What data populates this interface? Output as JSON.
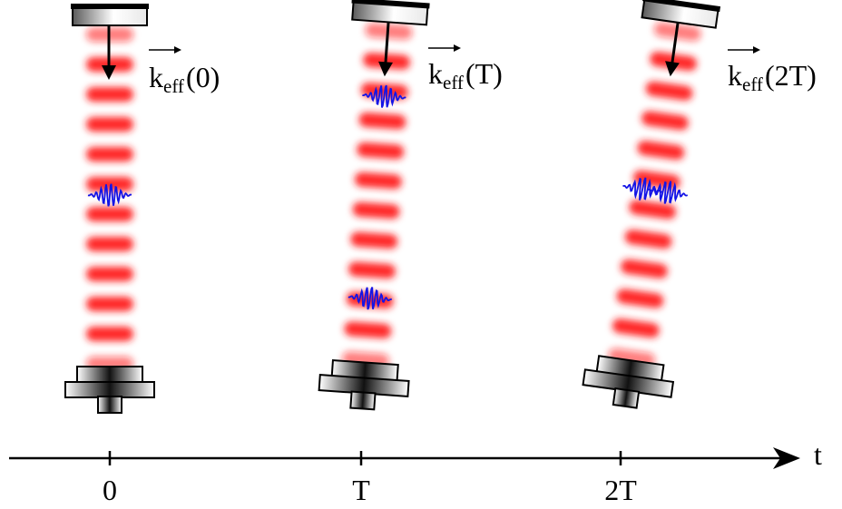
{
  "time_axis": {
    "label": "t",
    "ticks": [
      "0",
      "T",
      "2T"
    ]
  },
  "panels": [
    {
      "k_vector": {
        "symbol": "k",
        "subscript": "eff",
        "argument": "(0)"
      },
      "wavepackets": 1
    },
    {
      "k_vector": {
        "symbol": "k",
        "subscript": "eff",
        "argument": "(T)"
      },
      "wavepackets": 2
    },
    {
      "k_vector": {
        "symbol": "k",
        "subscript": "eff",
        "argument": "(2T)"
      },
      "wavepackets": 2
    }
  ],
  "colors": {
    "lattice_fringe": "#ff1a1a",
    "wavepacket": "#1414e6",
    "arrow": "#000000",
    "mirror_gradient": [
      "#3a3a3a",
      "#ffffff"
    ]
  }
}
